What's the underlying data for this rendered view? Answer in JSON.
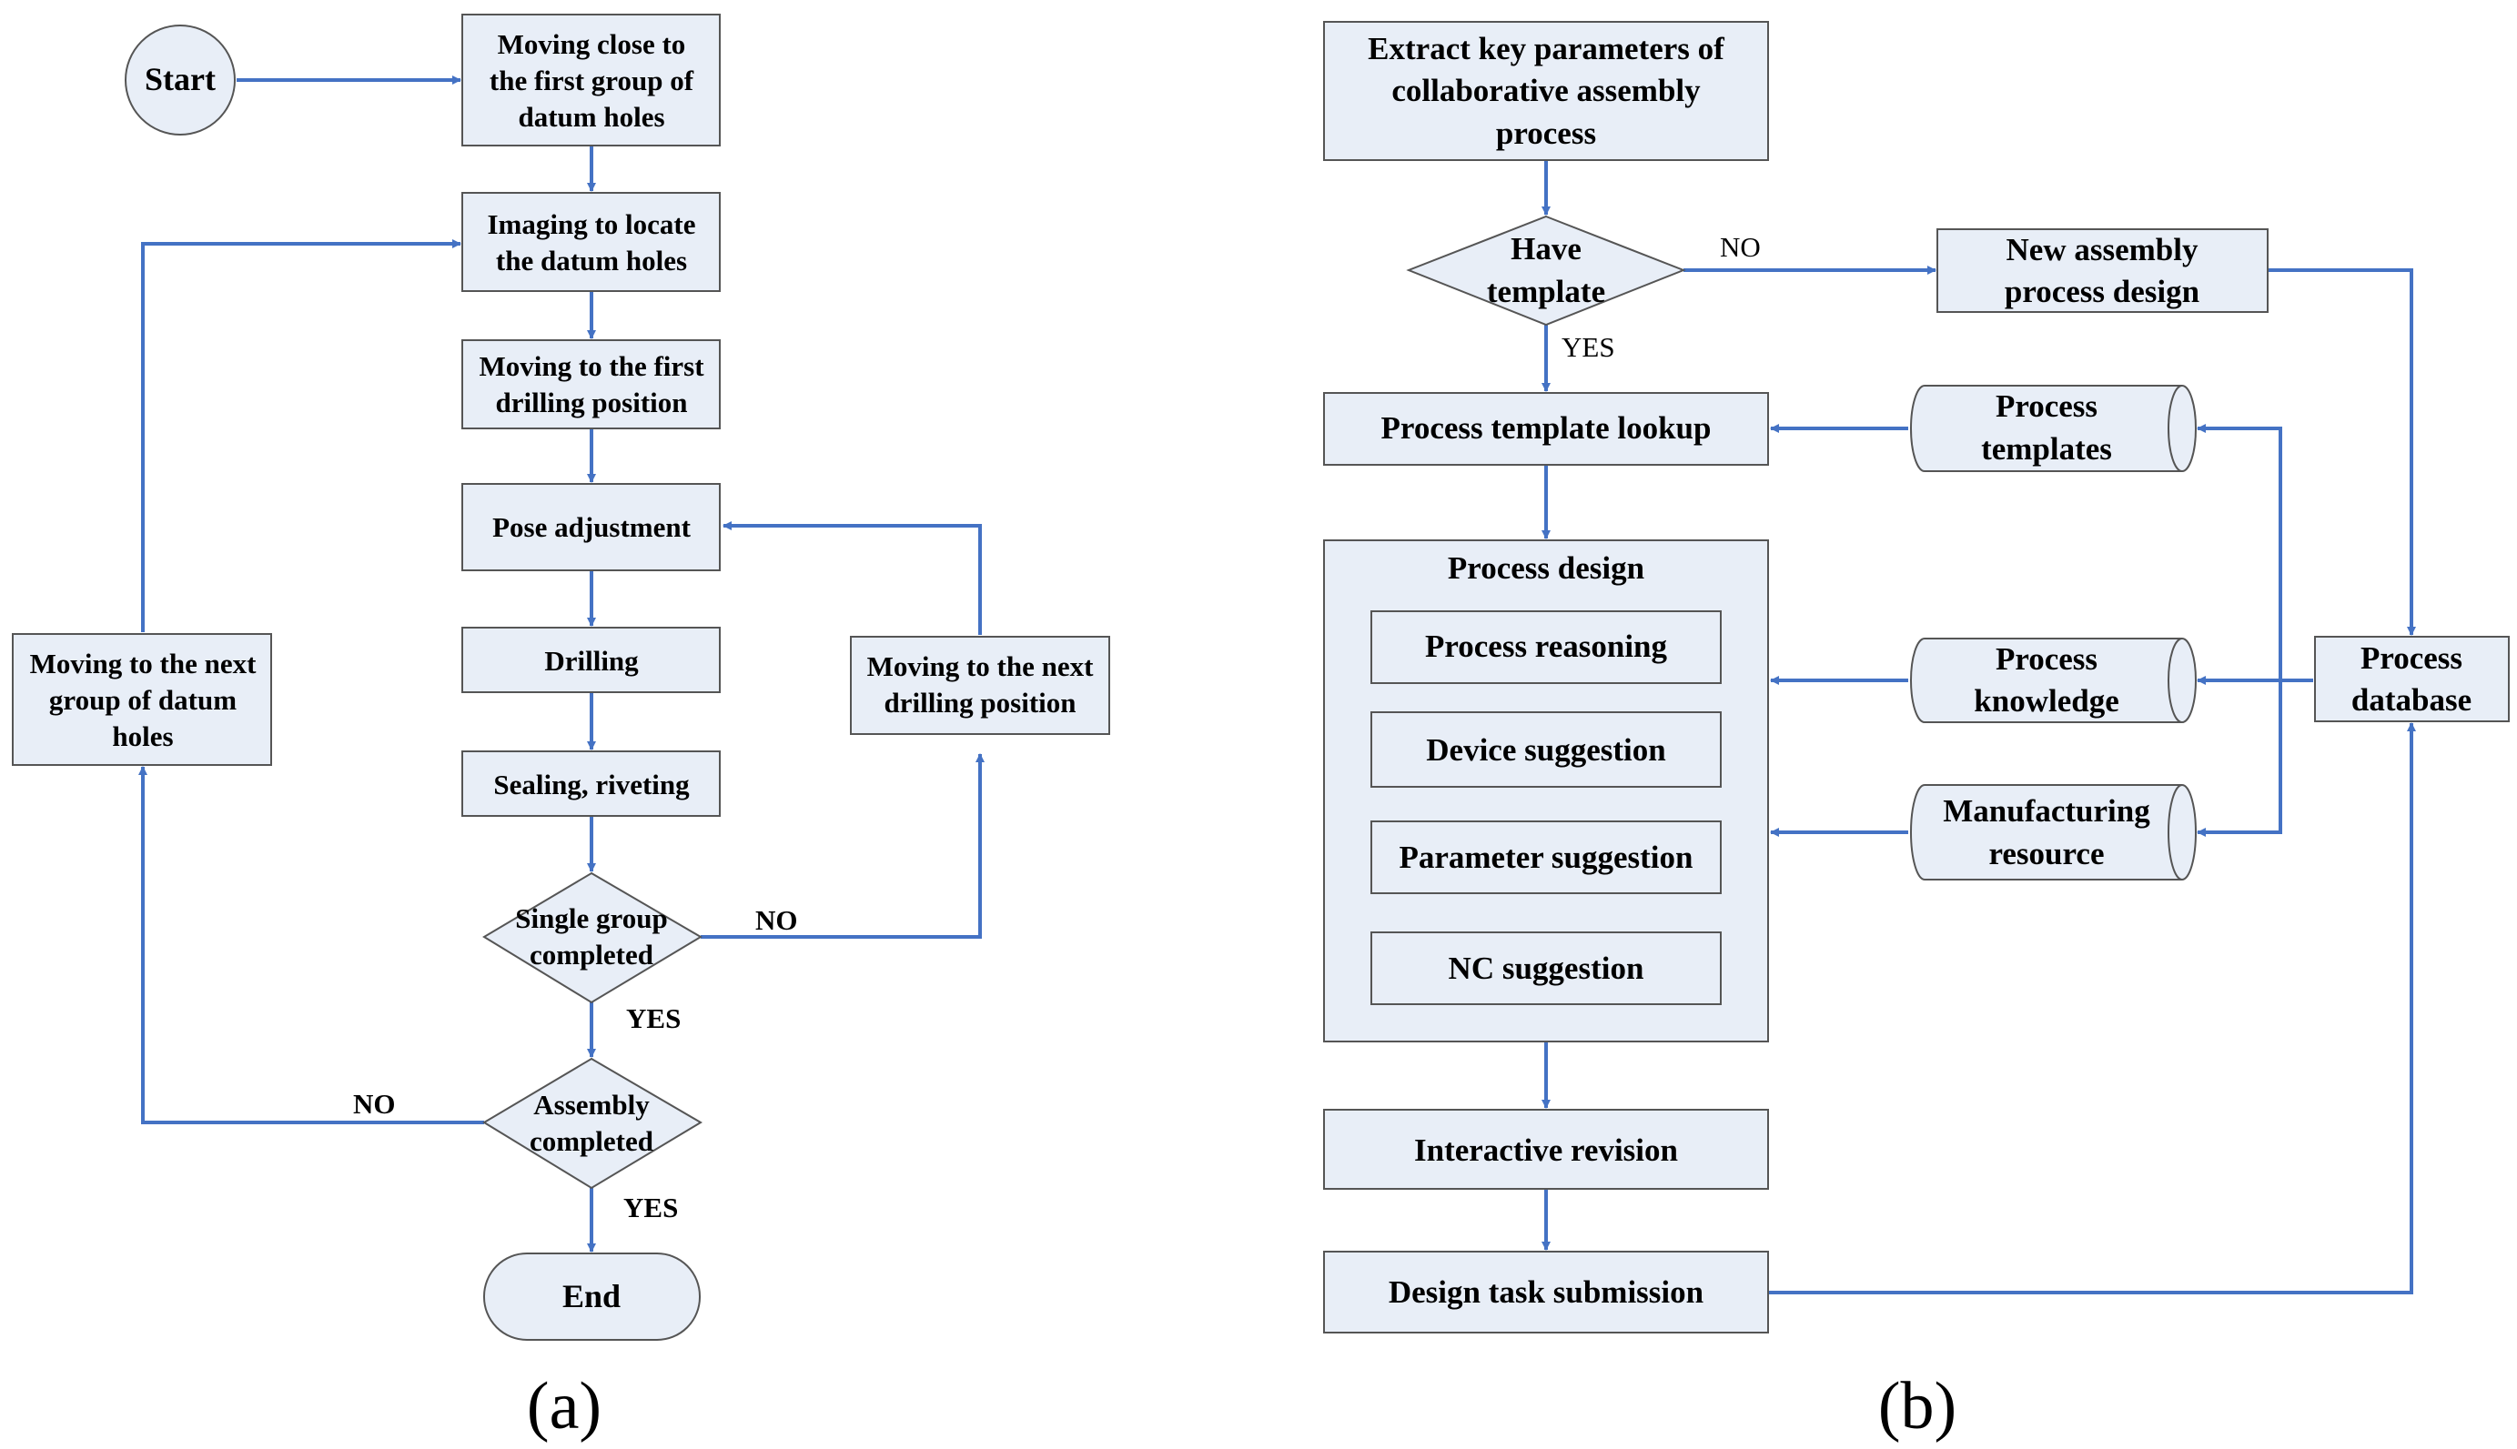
{
  "diagram_a": {
    "start": "Start",
    "move_first_group": [
      "Moving close to",
      "the first group of",
      "datum holes"
    ],
    "imaging": [
      "Imaging to locate",
      "the datum holes"
    ],
    "move_first_drill": [
      "Moving to the first",
      "drilling position"
    ],
    "pose": "Pose adjustment",
    "drilling": "Drilling",
    "sealing": "Sealing, riveting",
    "single_group": [
      "Single group",
      "completed"
    ],
    "assembly": [
      "Assembly",
      "completed"
    ],
    "end": "End",
    "next_group": [
      "Moving to the next",
      "group of datum",
      "holes"
    ],
    "next_drill": [
      "Moving to the next",
      "drilling position"
    ],
    "label_no_single": "NO",
    "label_yes_single": "YES",
    "label_no_assembly": "NO",
    "label_yes_assembly": "YES",
    "caption": "(a)"
  },
  "diagram_b": {
    "extract": [
      "Extract key parameters of",
      "collaborative assembly",
      "process"
    ],
    "have_template": [
      "Have",
      "template"
    ],
    "label_no": "NO",
    "label_yes": "YES",
    "new_design": [
      "New assembly",
      "process design"
    ],
    "lookup": "Process template lookup",
    "templates": [
      "Process",
      "templates"
    ],
    "process_design": "Process design",
    "reasoning": "Process reasoning",
    "device": "Device suggestion",
    "parameter": "Parameter suggestion",
    "nc": "NC suggestion",
    "knowledge": [
      "Process",
      "knowledge"
    ],
    "resource": [
      "Manufacturing",
      "resource"
    ],
    "database": [
      "Process",
      "database"
    ],
    "revision": "Interactive revision",
    "submission": "Design task submission",
    "caption": "(b)"
  },
  "colors": {
    "node_fill": "#E8EEF7",
    "node_stroke": "#555555",
    "arrow": "#4472C4"
  }
}
